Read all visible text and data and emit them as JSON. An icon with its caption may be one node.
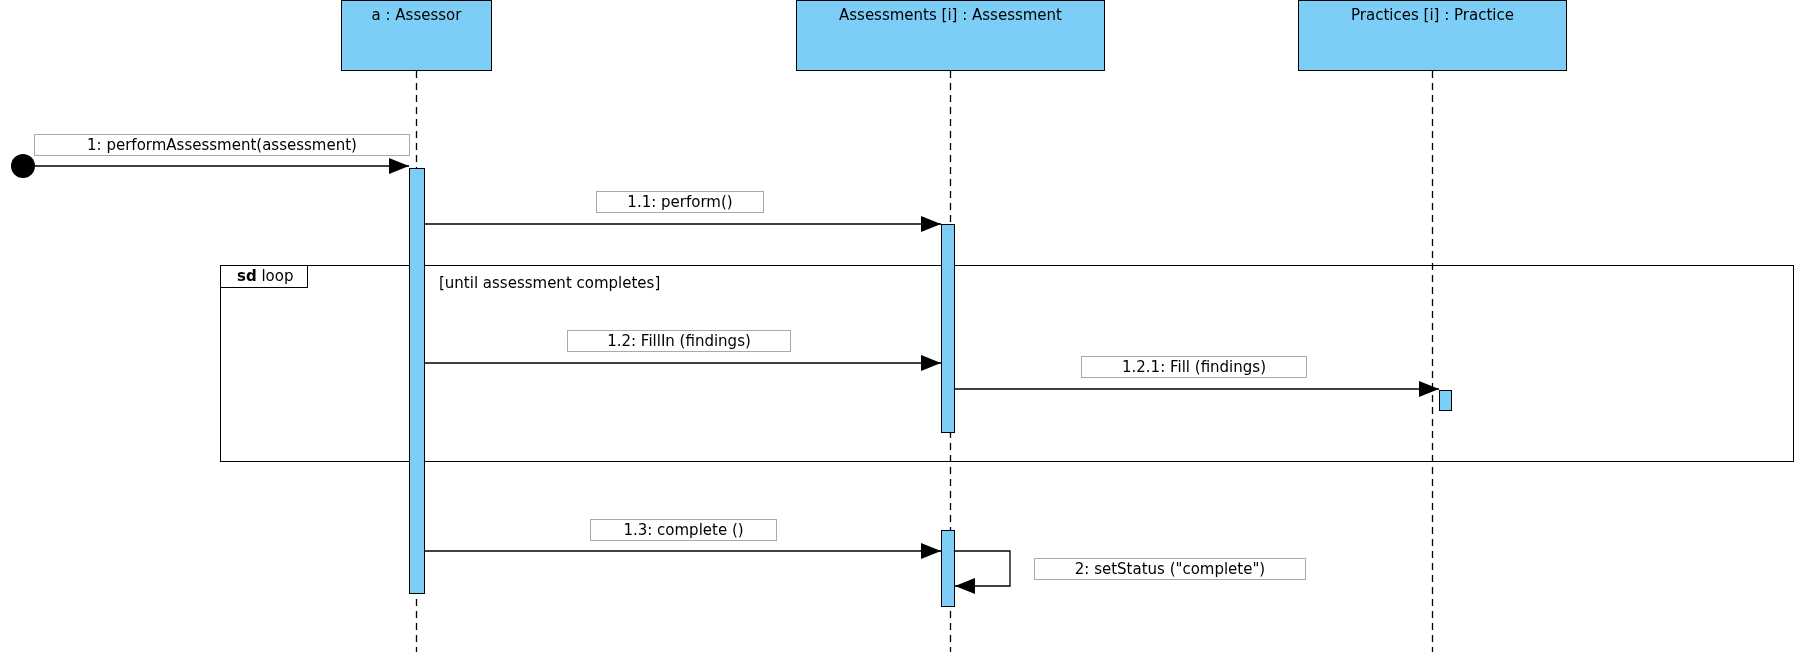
{
  "diagram": {
    "nodes": [
      {
        "text": [
          "a : Assessor"
        ]
      },
      {
        "text": [
          "Assessments [i] : Assessment"
        ]
      },
      {
        "text": [
          "Practices [i] : Practice"
        ]
      },
      {
        "text": [],
        "shape": "circle"
      },
      {
        "text": [],
        "shape": "bar"
      },
      {
        "text": [],
        "shape": "bar"
      },
      {
        "text": [
          "**sd** loop",
          "[until assessment completes]"
        ]
      },
      {
        "text": [],
        "shape": "bar",
        "in": 6
      },
      {
        "text": [],
        "shape": "bar"
      }
    ],
    "edges": [
      {
        "from": 3,
        "to": 4,
        "arrow": "to",
        "label": "1: performAssessment(assessment)"
      },
      {
        "from": 4,
        "to": 5,
        "arrow": "to",
        "label": "1.1: perform()"
      },
      {
        "from": 4,
        "to": 5,
        "arrow": "to",
        "label": "1.2: FillIn (findings)"
      },
      {
        "from": 5,
        "to": 7,
        "arrow": "to",
        "label": "1.2.1: Fill (findings)"
      },
      {
        "from": 4,
        "to": 8,
        "arrow": "to",
        "label": "1.3: complete ()"
      },
      {
        "from": 8,
        "to": 8,
        "arrow": "to",
        "label": "2: setStatus (\"complete\")"
      }
    ]
  }
}
